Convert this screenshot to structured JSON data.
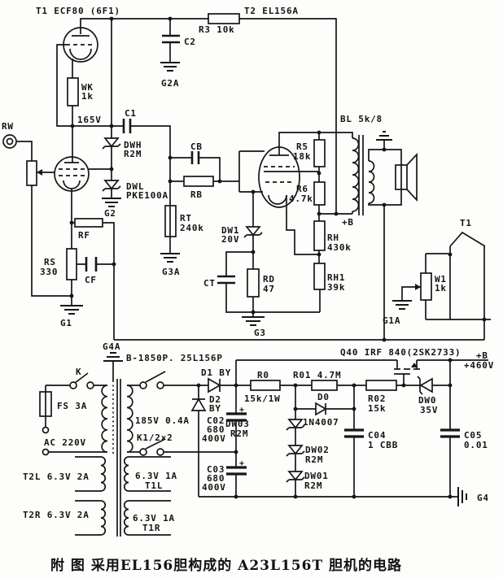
{
  "colors": {
    "ink": "#161616",
    "paper": "#fdfdfb"
  },
  "caption": "附 图  采用EL156胆构成的 A23L156T 胆机的电路",
  "labels": {
    "t1_tube": "T1 ECF80 (6F1)",
    "t2_tube": "T2 EL156A",
    "r3": "R3 10k",
    "c2": "C2",
    "g2a": "G2A",
    "wk": "WK",
    "wk_v": "1k",
    "v165": "165V",
    "c1": "C1",
    "rw": "RW",
    "dwh": "DWH",
    "dwh_v": "R2M",
    "dwl": "DWL",
    "dwl_v": "PKE100A",
    "g2": "G2",
    "cb": "CB",
    "rb": "RB",
    "rt": "RT",
    "rt_v": "240k",
    "g3a": "G3A",
    "rf": "RF",
    "rs": "RS",
    "rs_v": "330",
    "cf": "CF",
    "g1": "G1",
    "dw1": "DW1",
    "dw1_v": "20V",
    "ct": "CT",
    "rd": "RD",
    "rd_v": "47",
    "g3": "G3",
    "r5": "R5",
    "r5_v": "18k",
    "r6": "R6",
    "r6_v": "4.7k",
    "bl": "BL 5k/8",
    "plus_b": "+B",
    "rh": "RH",
    "rh_v": "430k",
    "rh1": "RH1",
    "rh1_v": "39k",
    "t1_fb": "T1",
    "w1": "W1",
    "w1_v": "1k",
    "g1a": "G1A",
    "g4a": "G4A",
    "ptrans": "B-1850P. 25L156P",
    "k": "K",
    "fs": "FS 3A",
    "ac": "AC 220V",
    "v185": "185V 0.4A",
    "k12": "K1/2×2",
    "d1": "D1 BY",
    "d2": "D2",
    "d2_v": "BY",
    "c02": "C02",
    "c02_v1": "680",
    "c02_v2": "400V",
    "c02_plus": "+",
    "c03": "C03",
    "c03_v1": "680",
    "c03_v2": "400V",
    "c03_plus": "+",
    "r0": "R0",
    "r0_v": "15k/1W",
    "r01": "R01 4.7M",
    "d0": "D0",
    "d0_v": "1N4007",
    "dw03": "DW03",
    "dw03_v": "R2M",
    "dw02": "DW02",
    "dw02_v": "R2M",
    "dw01": "DW01",
    "dw01_v": "R2M",
    "c04": "C04",
    "c04_v": "1 CBB",
    "q40": "Q40 IRF 840(2SK2733)",
    "plus_b2": "+B",
    "v460": "+460V",
    "dw0": "DW0",
    "dw0_v": "35V",
    "r02": "R02",
    "r02_v": "15k",
    "c05": "C05",
    "c05_v": "0.01",
    "g4": "G4",
    "t2l": "T2L 6.3V 2A",
    "t1l": "6.3V 1A",
    "t1l_n": "T1L",
    "t2r": "T2R 6.3V 2A",
    "t1r": "6.3V 1A",
    "t1r_n": "T1R"
  }
}
